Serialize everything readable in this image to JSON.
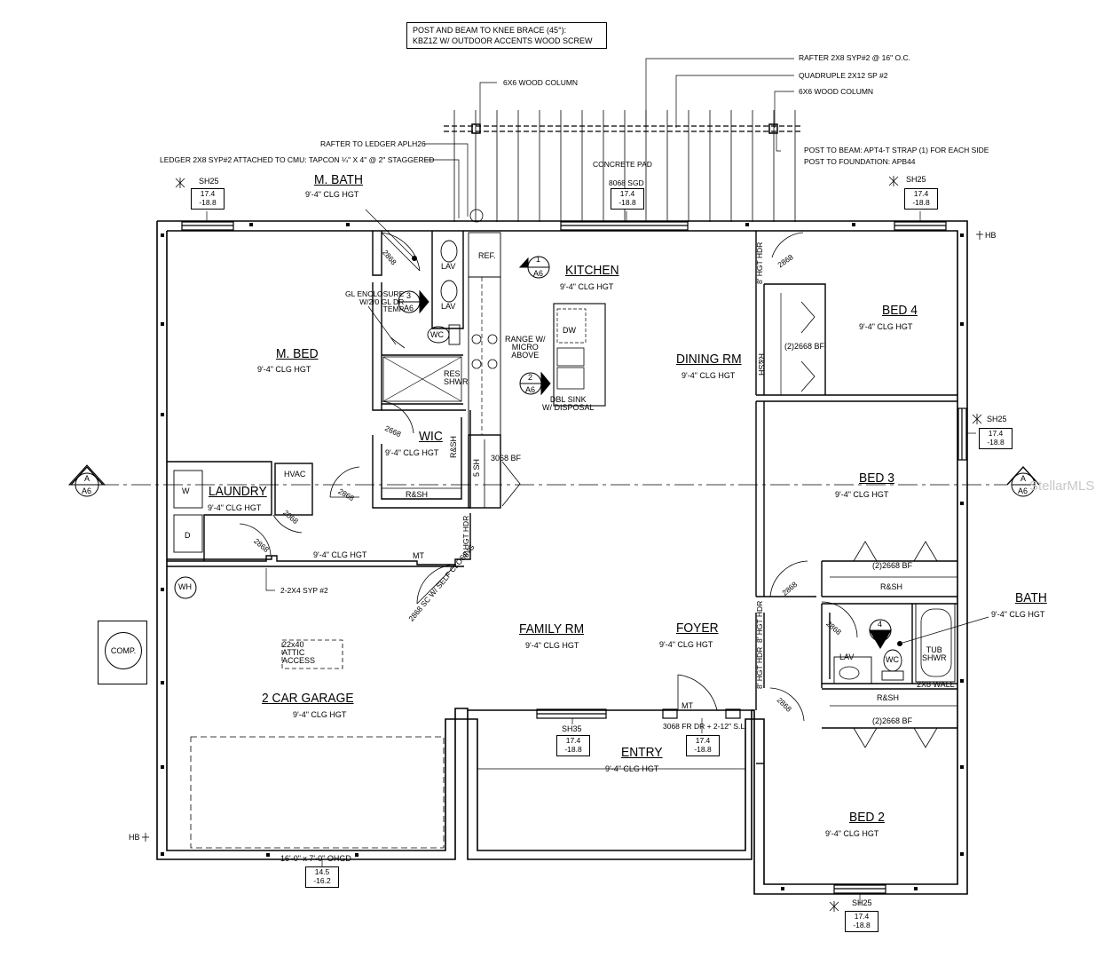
{
  "title_note": {
    "line1": "POST AND BEAM TO KNEE BRACE (45°):",
    "line2": "KBZ1Z W/ OUTDOOR ACCENTS WOOD SCREW"
  },
  "callouts": {
    "rafter": "RAFTER 2X8 SYP#2 @ 16\" O.C.",
    "quadruple": "QUADRUPLE 2X12 SP #2",
    "column_left": "6X6 WOOD COLUMN",
    "column_right": "6X6 WOOD COLUMN",
    "rafter_ledger": "RAFTER TO LEDGER APLH26",
    "ledger": "LEDGER 2X8 SYP#2 ATTACHED TO CMU: TAPCON ¼\" X 4\" @ 2\" STAGGERED",
    "post_beam": "POST TO BEAM: APT4-T STRAP (1) FOR EACH SIDE",
    "post_found": "POST TO FOUNDATION: APB44",
    "concrete_pad": "CONCRETE PAD",
    "sgd": "8068 SGD",
    "gl_enclosure": [
      "GL ENCLOSURE",
      "W/2/0 GL DR",
      "TEMP"
    ],
    "sub_2x4": "2-2X4 SYP #2",
    "ohgd": "16'-0\" x 7'-0\" OHGD",
    "hb_right": "HB",
    "hb_left": "HB",
    "mt1": "MT",
    "mt2": "MT",
    "fr_dr": "3068 FR DR + 2-12\" S.L.",
    "wall_2x8": "2X8 WALL",
    "bf_3068": "3068 BF",
    "bf_2668_a": "(2)2668 BF",
    "bf_2668_b": "(2)2668 BF",
    "bf_2668_c": "(2)2668 BF",
    "door_2868_sc": "2868 SC W/ SELF CLOSING",
    "watermark": "StellarMLS"
  },
  "rooms": {
    "mbath": {
      "name": "M. BATH",
      "hgt": "9'-4\" CLG HGT"
    },
    "kitchen": {
      "name": "KITCHEN",
      "hgt": "9'-4\" CLG HGT"
    },
    "bed4": {
      "name": "BED 4",
      "hgt": "9'-4\" CLG HGT"
    },
    "mbed": {
      "name": "M. BED",
      "hgt": "9'-4\" CLG HGT"
    },
    "dining": {
      "name": "DINING RM",
      "hgt": "9'-4\" CLG HGT"
    },
    "wic": {
      "name": "WIC",
      "hgt": "9'-4\" CLG HGT"
    },
    "laundry": {
      "name": "LAUNDRY",
      "hgt": "9'-4\" CLG HGT"
    },
    "bed3": {
      "name": "BED 3",
      "hgt": "9'-4\" CLG HGT"
    },
    "bath": {
      "name": "BATH",
      "hgt": "9'-4\" CLG HGT"
    },
    "family": {
      "name": "FAMILY RM",
      "hgt": "9'-4\" CLG HGT"
    },
    "foyer": {
      "name": "FOYER",
      "hgt": "9'-4\" CLG HGT"
    },
    "garage": {
      "name": "2 CAR GARAGE",
      "hgt": "9'-4\" CLG HGT"
    },
    "entry": {
      "name": "ENTRY",
      "hgt": "9'-4\" CLG HGT"
    },
    "bed2": {
      "name": "BED 2",
      "hgt": "9'-4\" CLG HGT"
    },
    "garage_top": {
      "hgt": "9'-4\" CLG HGT"
    }
  },
  "fixtures": {
    "lav1": "LAV",
    "lav2": "LAV",
    "lav3": "LAV",
    "wc1": "WC",
    "wc2": "WC",
    "res_shwr": [
      "RES",
      "SHWR"
    ],
    "tub": [
      "TUB",
      "SHWR"
    ],
    "ref": "REF.",
    "dw": "DW",
    "range": [
      "RANGE W/",
      "MICRO",
      "ABOVE"
    ],
    "sink": [
      "DBL SINK",
      "W/ DISPOSAL"
    ],
    "hvac": "HVAC",
    "w": "W",
    "d": "D",
    "wh": "WH",
    "comp": "COMP.",
    "attic": [
      "22x40",
      "ATTIC",
      "ACCESS"
    ],
    "rsh1": "R&SH",
    "rsh2": "R&SH",
    "rsh3": "R&SH",
    "rsh4": "R&SH",
    "rsh5": "R&SH",
    "sh5": "5 SH"
  },
  "doors": [
    "2868",
    "2668",
    "2868",
    "2868",
    "2068",
    "2868",
    "2868",
    "2868",
    "2868"
  ],
  "headers": {
    "h1": "8' HGT HDR",
    "h2": "8' HGT HDR",
    "h3": "8' HGT HDR",
    "h4": "8' HGT HDR"
  },
  "window_tags": [
    {
      "id": "SH25",
      "v1": "17.4",
      "v2": "-18.8"
    },
    {
      "id": "",
      "v1": "17.4",
      "v2": "-18.8"
    },
    {
      "id": "SH25",
      "v1": "17.4",
      "v2": "-18.8"
    },
    {
      "id": "SH25",
      "v1": "17.4",
      "v2": "-18.8"
    },
    {
      "id": "SH35",
      "v1": "17.4",
      "v2": "-18.8"
    },
    {
      "id": "",
      "v1": "17.4",
      "v2": "-18.8"
    },
    {
      "id": "",
      "v1": "14.5",
      "v2": "-16.2"
    },
    {
      "id": "SH25",
      "v1": "17.4",
      "v2": "-18.8"
    }
  ],
  "section_markers": [
    {
      "num": "1",
      "sheet": "A6"
    },
    {
      "num": "2",
      "sheet": "A6"
    },
    {
      "num": "3",
      "sheet": "A6"
    },
    {
      "num": "4",
      "sheet": "A6"
    },
    {
      "num": "A",
      "sheet": "A6"
    },
    {
      "num": "A",
      "sheet": "A6"
    }
  ]
}
